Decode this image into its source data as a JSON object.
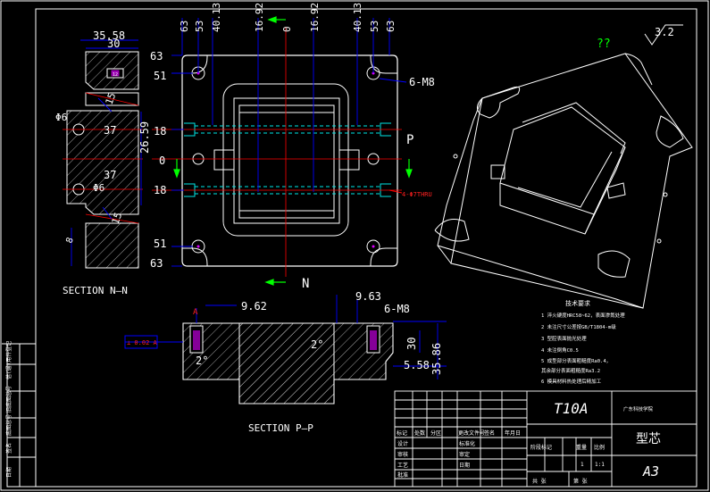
{
  "sheet": {
    "material": "T10A",
    "part_name": "型芯",
    "sheet_size": "A3",
    "roughness": "3.2",
    "unknown_mark": "??"
  },
  "section_labels": {
    "nn": "SECTION N—N",
    "pp": "SECTION P—P",
    "cut_n": "N",
    "cut_p": "P",
    "datum_a": "A"
  },
  "top_view_dims": {
    "top_x": [
      "63",
      "53",
      "40.13",
      "16.92",
      "0",
      "16.92",
      "40.13",
      "53",
      "63"
    ],
    "left_y": [
      "63",
      "51",
      "18",
      "0",
      "18",
      "51",
      "63"
    ],
    "right_callouts": [
      "6-M8",
      "4-Φ7THRU"
    ]
  },
  "section_nn_dims": {
    "width_35": "35.58",
    "width_30": "30",
    "small_12": "12",
    "angle_15_a": "15",
    "angle_15_b": "15",
    "dia_6a": "Φ6",
    "dia_6b": "Φ6",
    "dim_37a": "37",
    "dim_37b": "37",
    "height": "26.59",
    "small_8": "8"
  },
  "section_pp_dims": {
    "d_962": "9.62",
    "d_963": "9.63",
    "thread": "6-M8",
    "angle_a": "2°",
    "angle_b": "2°",
    "d_30": "30",
    "d_558": "5.58",
    "d_3586": "35.86",
    "datum_text": "⊥ 0.02 A"
  },
  "notes": {
    "title": "技术要求",
    "items": [
      "1  淬火硬度HRC58~62，表面渗氮处理",
      "2  未注尺寸公差按GB/T1804-m级",
      "3  型腔表面抛光处理",
      "4  未注倒角C0.5",
      "5  成型部分表面粗糙度Ra0.4，",
      "   其余部分表面粗糙度Ra3.2",
      "6  模具材料热处理后精加工"
    ]
  },
  "title_block": {
    "scale_row": [
      "阶段标记",
      "重量",
      "比例"
    ],
    "scale_val": "1:1",
    "count": "1",
    "sheet_row": [
      "共 张",
      "第 张"
    ],
    "rev_headers": [
      "标记",
      "处数",
      "分区",
      "更改文件号",
      "签名",
      "年月日"
    ],
    "sign_rows": [
      "设计",
      "审核",
      "工艺",
      "批准"
    ],
    "std_rows": [
      "标准化",
      "审定",
      "日期"
    ],
    "company": "广东科技学院"
  },
  "left_strip": [
    "借(通)用件登记",
    "旧底图总号",
    "底图总号",
    "签名",
    "日期"
  ]
}
